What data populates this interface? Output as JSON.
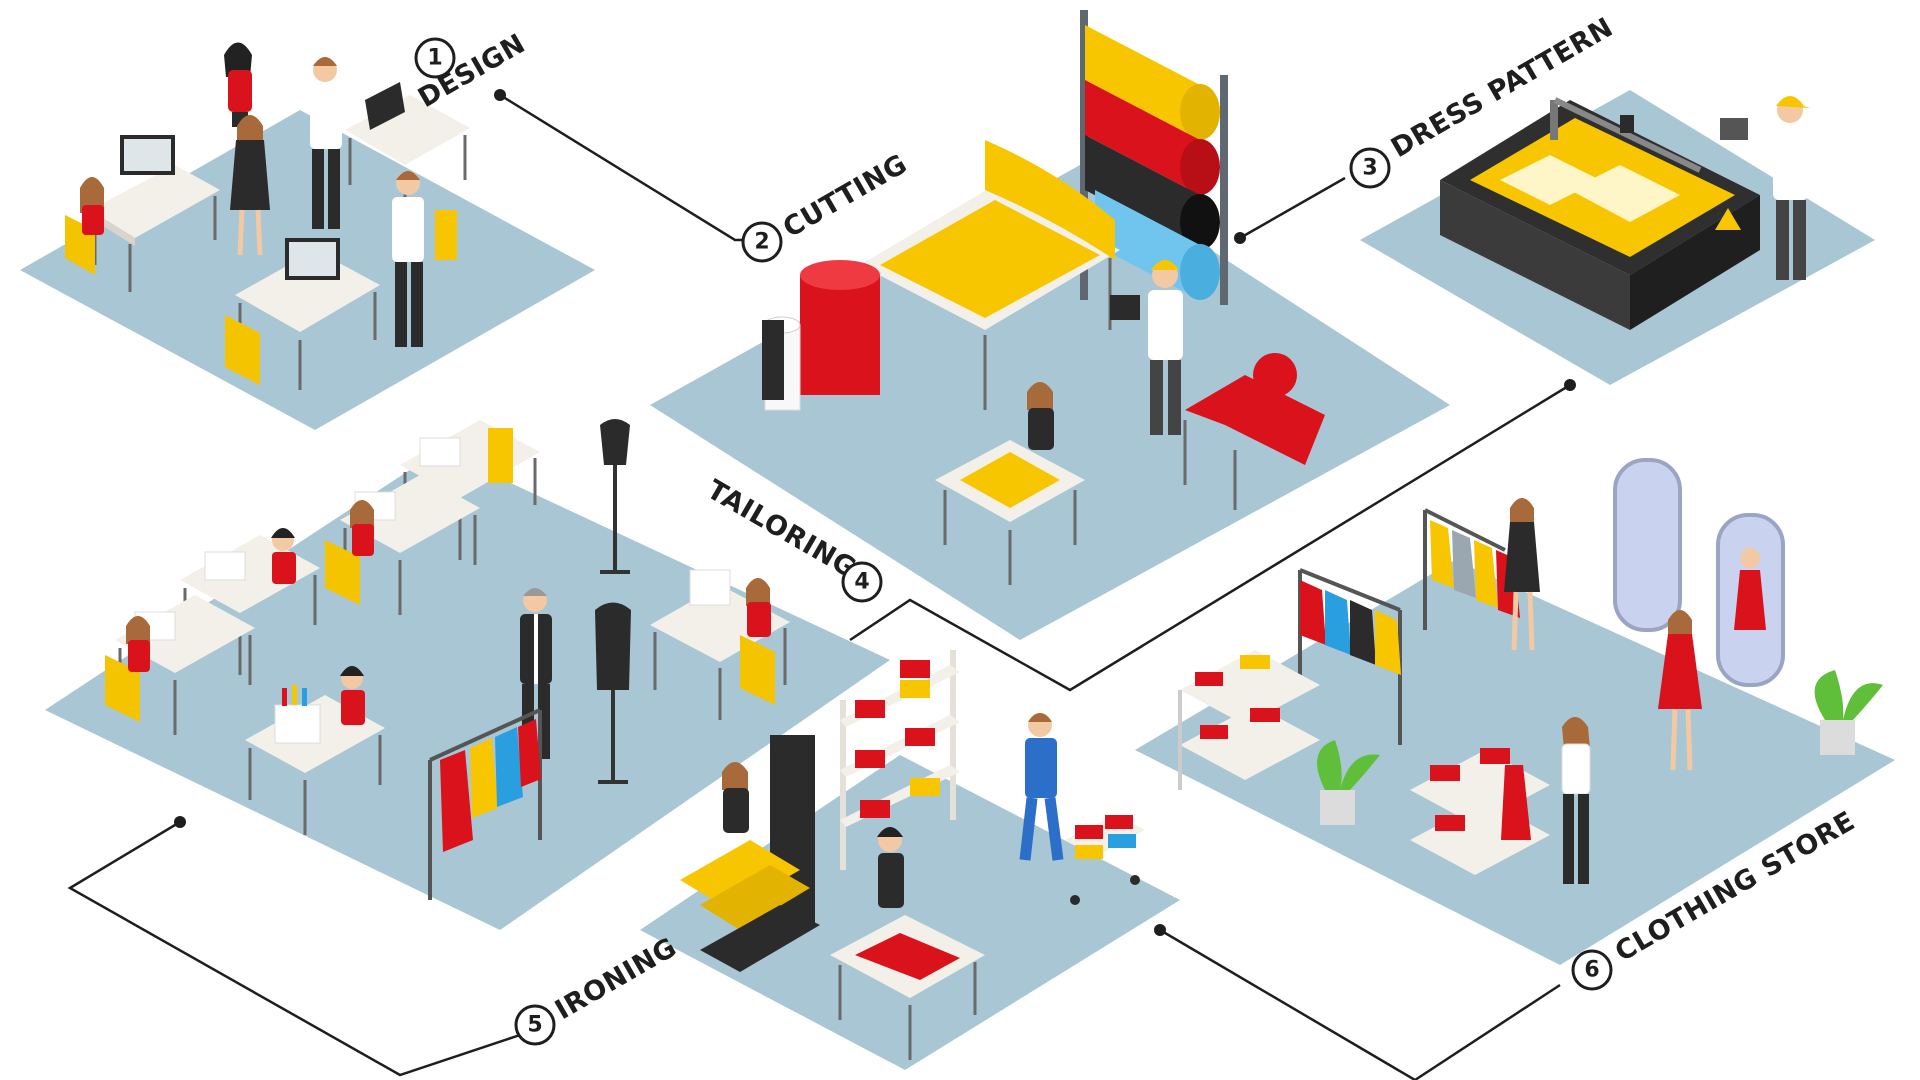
{
  "stages": [
    {
      "number": "1",
      "label": "DESIGN"
    },
    {
      "number": "2",
      "label": "CUTTING"
    },
    {
      "number": "3",
      "label": "DRESS PATTERN"
    },
    {
      "number": "4",
      "label": "TAILORING"
    },
    {
      "number": "5",
      "label": "IRONING"
    },
    {
      "number": "6",
      "label": "CLOTHING STORE"
    }
  ],
  "colors": {
    "floor": "#a8c6d3",
    "accent_yellow": "#f7c600",
    "accent_red": "#d9121b",
    "accent_blue": "#2a9fe0",
    "line": "#1e1e1e"
  }
}
